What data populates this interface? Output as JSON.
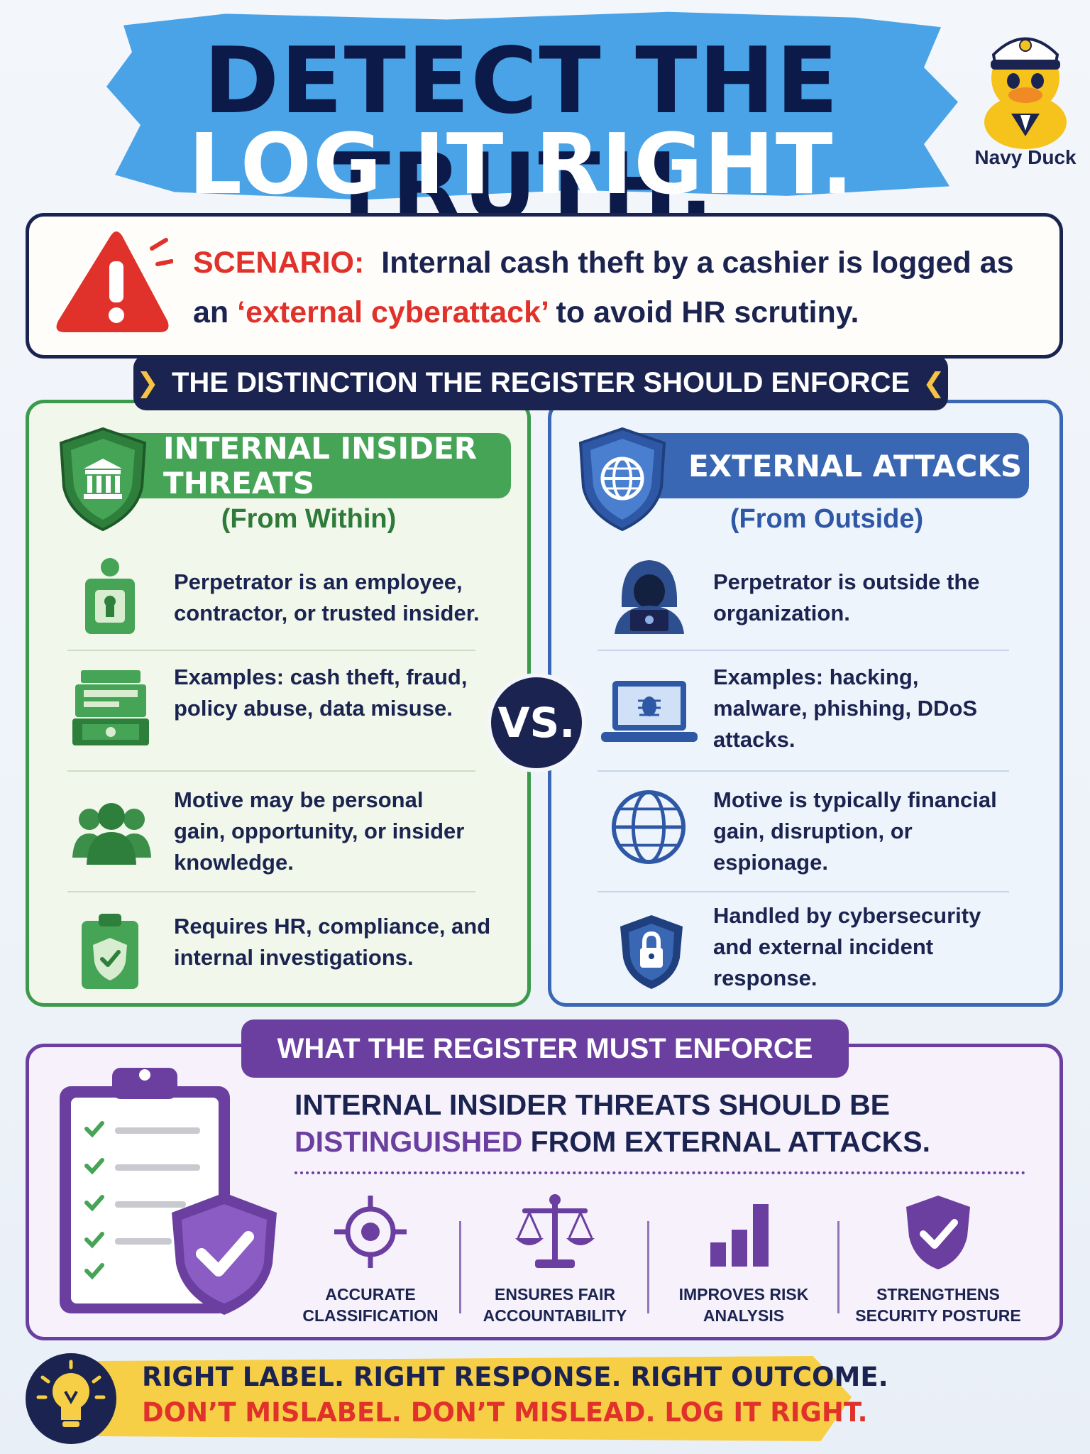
{
  "title": {
    "line1": "DETECT THE TRUTH.",
    "line2": "LOG IT RIGHT."
  },
  "mascot": {
    "label": "Navy Duck"
  },
  "scenario": {
    "prefix": "SCENARIO:",
    "text_a": "Internal cash theft by a cashier is logged as an",
    "highlight": "‘external cyberattack’",
    "text_b": "to avoid HR scrutiny."
  },
  "distinction_banner": "THE DISTINCTION THE REGISTER SHOULD ENFORCE",
  "vs_label": "VS.",
  "internal": {
    "title": "INTERNAL INSIDER THREATS",
    "subtitle": "(From Within)",
    "items": [
      {
        "text": "Perpetrator is an employee, contractor, or trusted insider.",
        "icon": "employee-badge-icon"
      },
      {
        "text": "Examples: cash theft, fraud, policy abuse, data misuse.",
        "icon": "cash-register-icon"
      },
      {
        "text": "Motive may be personal gain, opportunity, or insider knowledge.",
        "icon": "group-icon"
      },
      {
        "text": "Requires HR, compliance, and internal investigations.",
        "icon": "clipboard-shield-icon"
      }
    ]
  },
  "external": {
    "title": "EXTERNAL ATTACKS",
    "subtitle": "(From Outside)",
    "items": [
      {
        "text": "Perpetrator is outside the organization.",
        "icon": "hooded-hacker-icon"
      },
      {
        "text": "Examples: hacking, malware, phishing, DDoS attacks.",
        "icon": "laptop-bug-icon"
      },
      {
        "text": "Motive is typically financial gain, disruption, or espionage.",
        "icon": "globe-icon"
      },
      {
        "text": "Handled by cybersecurity and external incident response.",
        "icon": "shield-lock-icon"
      }
    ]
  },
  "enforce": {
    "banner": "WHAT THE REGISTER MUST ENFORCE",
    "line1": "INTERNAL INSIDER THREATS SHOULD BE",
    "line2_highlight": "DISTINGUISHED",
    "line2_rest": "FROM EXTERNAL ATTACKS.",
    "benefits": [
      {
        "label": "ACCURATE CLASSIFICATION",
        "icon": "target-icon"
      },
      {
        "label": "ENSURES FAIR ACCOUNTABILITY",
        "icon": "scales-icon"
      },
      {
        "label": "IMPROVES RISK ANALYSIS",
        "icon": "bar-chart-icon"
      },
      {
        "label": "STRENGTHENS SECURITY POSTURE",
        "icon": "shield-check-icon"
      }
    ]
  },
  "bottom": {
    "line1": "RIGHT LABEL. RIGHT RESPONSE. RIGHT OUTCOME.",
    "line2": "DON’T MISLABEL. DON’T MISLEAD. LOG IT RIGHT."
  },
  "colors": {
    "navy": "#1b2450",
    "green": "#46a456",
    "blue": "#3a67b3",
    "purple": "#6a3fa0",
    "red": "#e0322b",
    "yellow": "#f7cf47"
  }
}
